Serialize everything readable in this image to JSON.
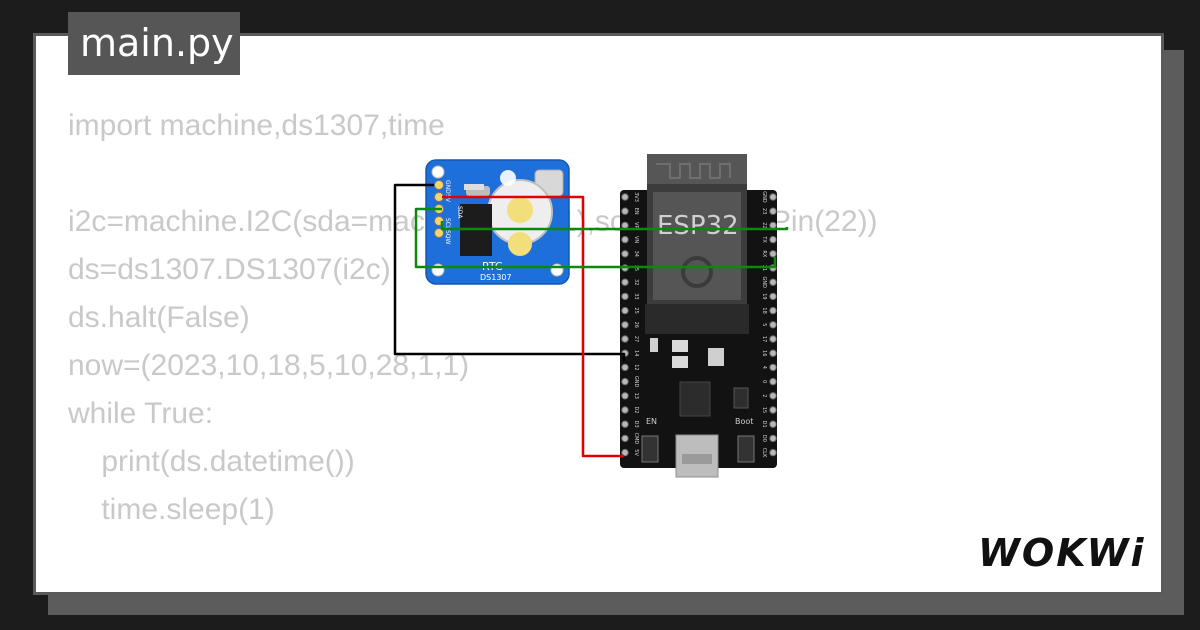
{
  "file": {
    "name": "main.py"
  },
  "code": {
    "lines": [
      "import machine,ds1307,time",
      "",
      "i2c=machine.I2C(sda=machine.Pin(21),scl=machine.Pin(22))",
      "ds=ds1307.DS1307(i2c)",
      "ds.halt(False)",
      "now=(2023,10,18,5,10,28,1,1)",
      "while True:",
      "    print(ds.datetime())",
      "    time.sleep(1)"
    ]
  },
  "circuit": {
    "rtc": {
      "label": "RTC",
      "chip": "DS1307",
      "pins": [
        "GND",
        "5V",
        "SDA",
        "SCL",
        "SQW"
      ]
    },
    "esp32": {
      "label": "ESP32",
      "left_pins": [
        "3V3",
        "EN",
        "VP",
        "VN",
        "34",
        "35",
        "32",
        "33",
        "25",
        "26",
        "27",
        "14",
        "12",
        "GND",
        "13",
        "D2",
        "D3",
        "CMD",
        "5V"
      ],
      "right_pins": [
        "GND",
        "23",
        "22",
        "TX",
        "RX",
        "21",
        "GND",
        "19",
        "18",
        "5",
        "17",
        "16",
        "4",
        "0",
        "2",
        "15",
        "D1",
        "D0",
        "CLK"
      ],
      "buttons": [
        "EN",
        "Boot"
      ]
    },
    "wire_colors": {
      "gnd": "#000000",
      "vcc": "#e00000",
      "i2c": "#0a8a0a"
    }
  },
  "brand": {
    "name": "WOKWi"
  }
}
